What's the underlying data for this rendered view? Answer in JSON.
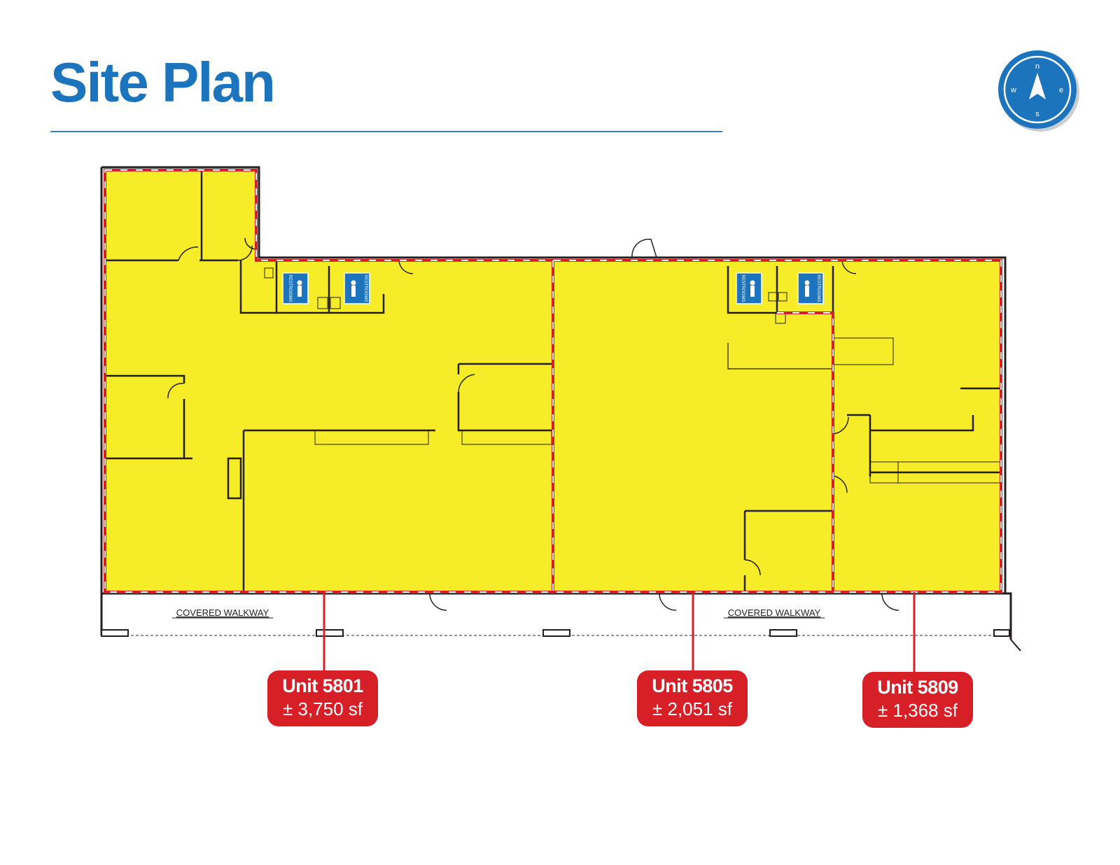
{
  "page": {
    "title": "Site Plan"
  },
  "compass": {
    "north": "n",
    "south": "s",
    "east": "e",
    "west": "w"
  },
  "walkways": [
    {
      "label": "COVERED WALKWAY"
    },
    {
      "label": "COVERED WALKWAY"
    }
  ],
  "restrooms": [
    {
      "label": "RESTROOMS"
    },
    {
      "label": "RESTROOMS"
    },
    {
      "label": "RESTROOMS"
    },
    {
      "label": "RESTROOMS"
    }
  ],
  "units": [
    {
      "name": "Unit 5801",
      "area": "± 3,750 sf"
    },
    {
      "name": "Unit 5805",
      "area": "± 2,051 sf"
    },
    {
      "name": "Unit 5809",
      "area": "± 1,368 sf"
    }
  ],
  "colors": {
    "title": "#1c75bc",
    "floor": "#f7ec28",
    "boundary": "#d71f27",
    "walls": "#231f20",
    "badge": "#d71f27",
    "compass": "#1c75bc"
  }
}
